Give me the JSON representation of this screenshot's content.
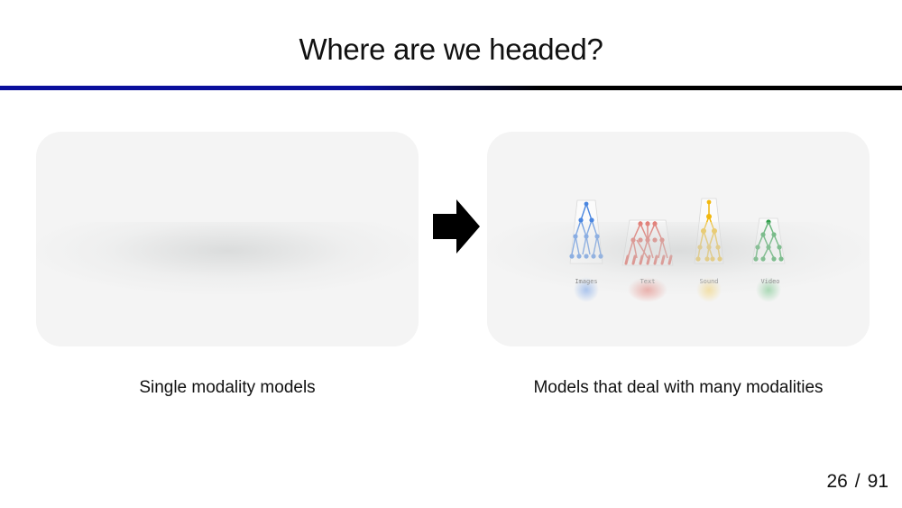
{
  "slide": {
    "title": "Where are we headed?",
    "left_caption": "Single modality models",
    "right_caption": "Models that deal with many modalities",
    "page_current": "26",
    "page_separator": "/",
    "page_total": "91"
  },
  "modalities": [
    {
      "label": "Images",
      "color": "#4a86e0"
    },
    {
      "label": "Text",
      "color": "#de4237"
    },
    {
      "label": "Sound",
      "color": "#f2b80e"
    },
    {
      "label": "Video",
      "color": "#2f9e4a"
    }
  ],
  "arrow_icon": "right-arrow-icon"
}
